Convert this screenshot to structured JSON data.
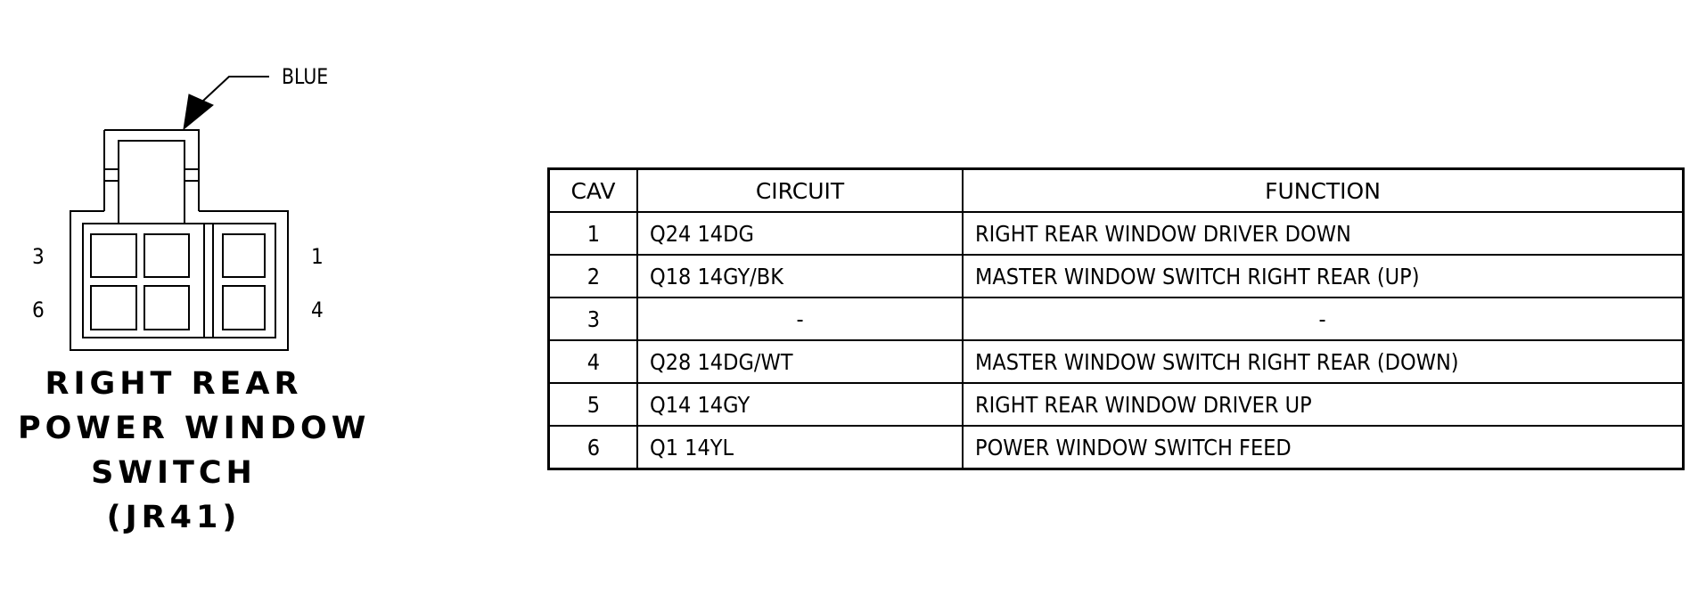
{
  "connector": {
    "color_label": "BLUE",
    "title_lines": [
      "RIGHT REAR",
      "POWER WINDOW",
      "SWITCH",
      "(JR41)"
    ],
    "pin_labels": {
      "top_left": "3",
      "bottom_left": "6",
      "top_right": "1",
      "bottom_right": "4"
    }
  },
  "table": {
    "headers": {
      "cav": "CAV",
      "circuit": "CIRCUIT",
      "function": "FUNCTION"
    },
    "rows": [
      {
        "cav": "1",
        "circuit": "Q24 14DG",
        "function": "RIGHT REAR WINDOW DRIVER DOWN"
      },
      {
        "cav": "2",
        "circuit": "Q18 14GY/BK",
        "function": "MASTER WINDOW SWITCH RIGHT REAR (UP)"
      },
      {
        "cav": "3",
        "circuit": "-",
        "function": "-"
      },
      {
        "cav": "4",
        "circuit": "Q28 14DG/WT",
        "function": "MASTER WINDOW SWITCH RIGHT REAR (DOWN)"
      },
      {
        "cav": "5",
        "circuit": "Q14 14GY",
        "function": "RIGHT REAR WINDOW DRIVER UP"
      },
      {
        "cav": "6",
        "circuit": "Q1 14YL",
        "function": "POWER WINDOW SWITCH FEED"
      }
    ]
  }
}
